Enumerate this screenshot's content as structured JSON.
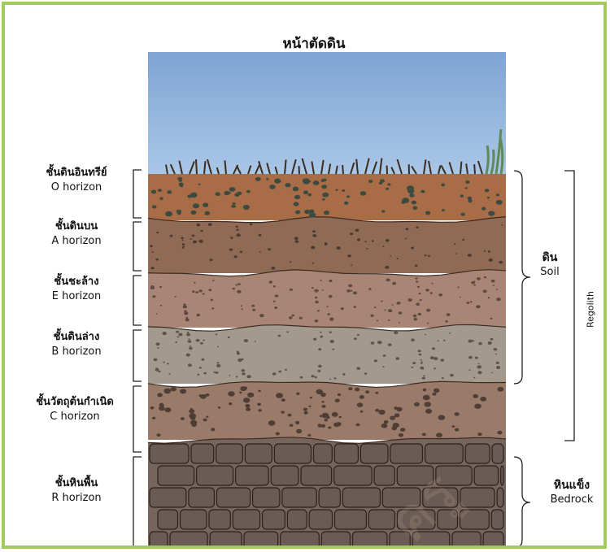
{
  "title": "หน้าตัดดิน",
  "horizons": [
    {
      "th": "ชั้นดินอินทรีย์",
      "en": "O horizon",
      "color": "#a86c47"
    },
    {
      "th": "ชั้นดินบน",
      "en": "A horizon",
      "color": "#8f6a55"
    },
    {
      "th": "ชั้นชะล้าง",
      "en": "E horizon",
      "color": "#a88574"
    },
    {
      "th": "ชั้นดินล่าง",
      "en": "B horizon",
      "color": "#a39a8d"
    },
    {
      "th": "ชั้นวัตถุต้นกำเนิด",
      "en": "C horizon",
      "color": "#9a7a68"
    },
    {
      "th": "ชั้นหินพื้น",
      "en": "R horizon",
      "color": "#76655d"
    }
  ],
  "groups": {
    "soil": {
      "th": "ดิน",
      "en": "Soil"
    },
    "bedrock": {
      "th": "หินแข็ง",
      "en": "Bedrock"
    },
    "regolith": "Regolith"
  },
  "colors": {
    "frame": "#a4c95c",
    "sky_top": "#7fa4d4",
    "sky_bottom": "#a9c6e6"
  }
}
